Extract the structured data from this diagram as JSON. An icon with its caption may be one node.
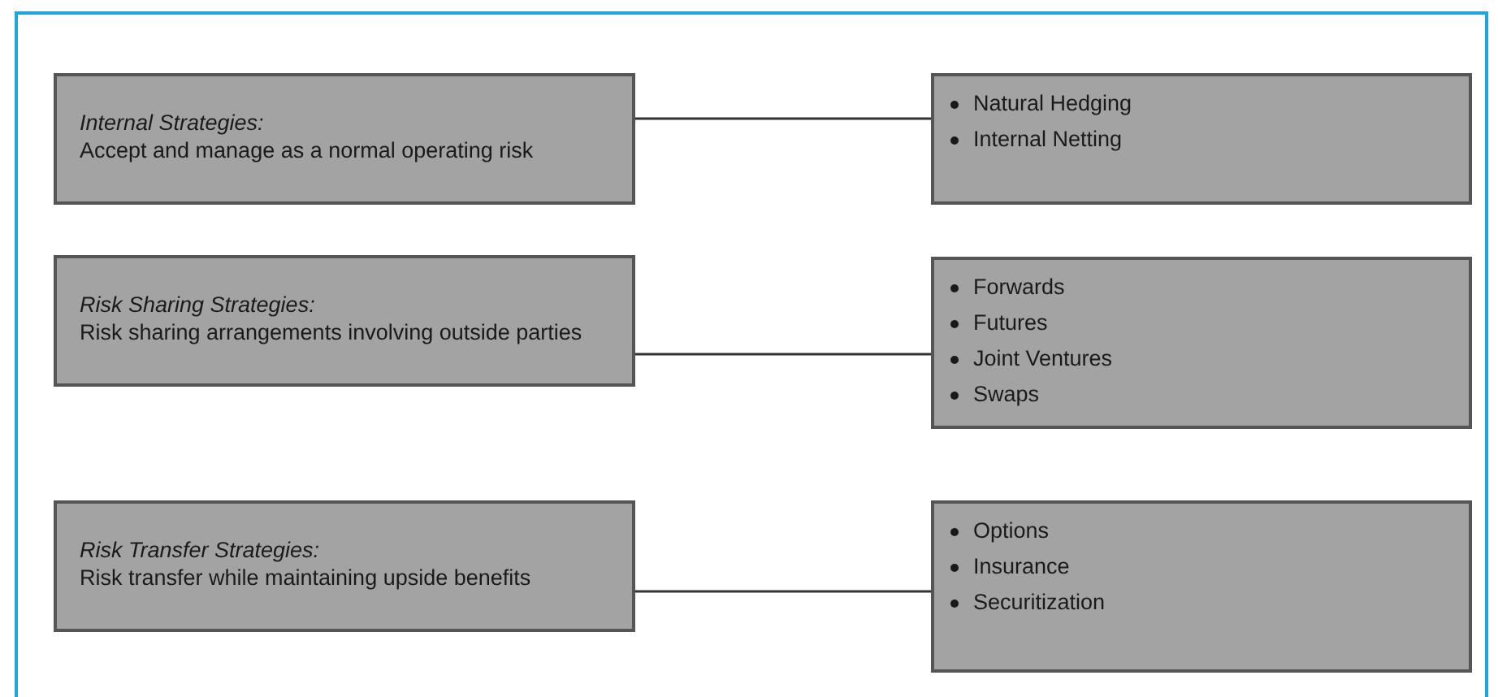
{
  "diagram": {
    "nodes": [
      {
        "text": [
          "Internal Strategies:",
          "Accept and manage as a normal operating risk"
        ]
      },
      {
        "text": [
          "Natural Hedging",
          "Internal Netting"
        ]
      },
      {
        "text": [
          "Risk Sharing Strategies:",
          "Risk sharing arrangements involving outside parties"
        ]
      },
      {
        "text": [
          "Forwards",
          "Futures",
          "Joint Ventures",
          "Swaps"
        ]
      },
      {
        "text": [
          "Risk Transfer Strategies:",
          "Risk transfer while maintaining upside benefits"
        ]
      },
      {
        "text": [
          "Options",
          "Insurance",
          "Securitization"
        ]
      }
    ],
    "edges": [
      {
        "from": 0,
        "to": 1,
        "arrow": "none"
      },
      {
        "from": 2,
        "to": 3,
        "arrow": "none"
      },
      {
        "from": 4,
        "to": 5,
        "arrow": "none"
      }
    ]
  }
}
